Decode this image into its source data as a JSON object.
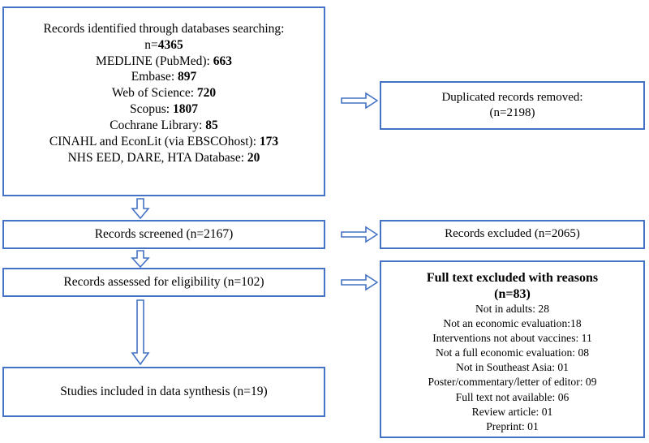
{
  "diagram": {
    "title": "PRISMA study selection flow diagram",
    "accent_color": "#4472C4",
    "boxes": {
      "identification": {
        "lines": [
          {
            "text": "Records identified through databases searching:",
            "bold": false
          },
          {
            "label": "n=",
            "value": "4365"
          },
          {
            "label": "MEDLINE (PubMed): ",
            "value": "663"
          },
          {
            "label": "Embase: ",
            "value": "897"
          },
          {
            "label": "Web of Science: ",
            "value": "720"
          },
          {
            "label": "Scopus: ",
            "value": "1807"
          },
          {
            "label": "Cochrane Library: ",
            "value": "85"
          },
          {
            "label": "CINAHL and EconLit (via EBSCOhost): ",
            "value": "173"
          },
          {
            "label": "NHS EED, DARE, HTA Database: ",
            "value": "20"
          }
        ]
      },
      "duplicates_removed": {
        "line1": "Duplicated records removed:",
        "line2": "(n=2198)"
      },
      "records_screened": {
        "text": "Records screened (n=2167)"
      },
      "records_excluded": {
        "text": "Records excluded (n=2065)"
      },
      "eligibility": {
        "text": "Records assessed for eligibility (n=102)"
      },
      "full_text_excluded": {
        "heading_line1": "Full text excluded with reasons",
        "heading_line2": "(n=83)",
        "reasons": [
          "Not in adults: 28",
          "Not an economic evaluation:18",
          "Interventions not about vaccines: 11",
          "Not a full economic evaluation: 08",
          "Not in Southeast Asia: 01",
          "Poster/commentary/letter of editor: 09",
          "Full text not available: 06",
          "Review article: 01",
          "Preprint: 01"
        ]
      },
      "included": {
        "text": "Studies included in data synthesis (n=19)"
      }
    },
    "arrows": {
      "to_duplicates": "arrow-right-icon",
      "to_excluded": "arrow-right-icon",
      "to_fulltext": "arrow-right-icon",
      "down_1": "arrow-down-icon",
      "down_2": "arrow-down-icon",
      "down_3": "arrow-down-long-icon"
    }
  }
}
